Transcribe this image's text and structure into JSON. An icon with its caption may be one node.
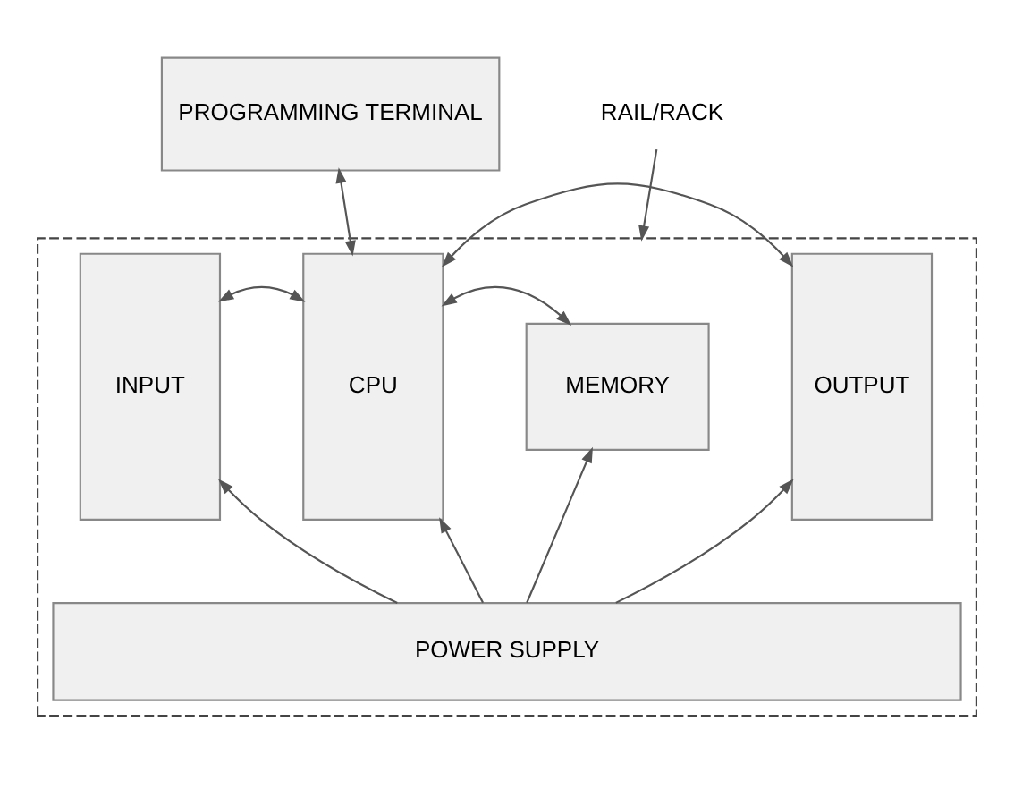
{
  "diagram": {
    "nodes": [
      {
        "text": [
          "PROGRAMMING TERMINAL"
        ]
      },
      {
        "text": [
          "RAIL/RACK"
        ]
      },
      {
        "text": [],
        "shape": "box"
      },
      {
        "text": [
          "INPUT"
        ],
        "in": 2
      },
      {
        "text": [
          "CPU"
        ],
        "in": 2
      },
      {
        "text": [
          "MEMORY"
        ],
        "in": 2
      },
      {
        "text": [
          "OUTPUT"
        ],
        "in": 2
      },
      {
        "text": [
          "POWER SUPPLY"
        ],
        "in": 2
      }
    ],
    "edges": [
      {
        "from": 0,
        "to": 4,
        "arrow": "both"
      },
      {
        "from": 1,
        "to": 2,
        "arrow": "to"
      },
      {
        "from": 3,
        "to": 4,
        "arrow": "both"
      },
      {
        "from": 4,
        "to": 6,
        "arrow": "both"
      },
      {
        "from": 4,
        "to": 5,
        "arrow": "both"
      },
      {
        "from": 7,
        "to": 3,
        "arrow": "to"
      },
      {
        "from": 7,
        "to": 4,
        "arrow": "to"
      },
      {
        "from": 7,
        "to": 5,
        "arrow": "to"
      },
      {
        "from": 7,
        "to": 6,
        "arrow": "to"
      }
    ]
  }
}
